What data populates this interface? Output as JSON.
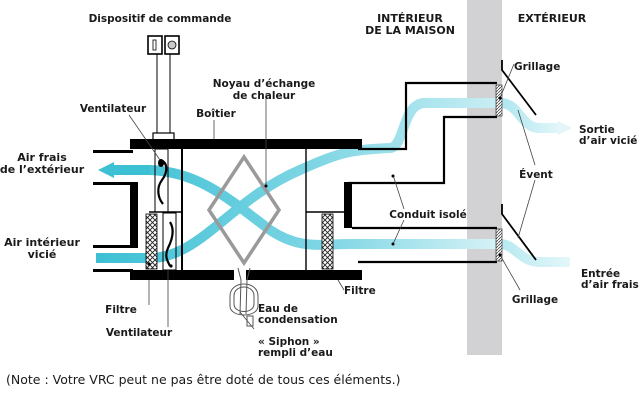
{
  "diagram": {
    "title_control": "Dispositif de commande",
    "regions": {
      "interior_line1": "INTÉRIEUR",
      "interior_line2": "DE LA MAISON",
      "exterior": "EXTÉRIEUR"
    },
    "labels": {
      "fan_top": "Ventilateur",
      "housing": "Boîtier",
      "core_line1": "Noyau d’échange",
      "core_line2": "de chaleur",
      "fresh_air_line1": "Air frais",
      "fresh_air_line2": "de l’extérieur",
      "stale_air_line1": "Air intérieur",
      "stale_air_line2": "vicié",
      "filter_left": "Filtre",
      "fan_bottom": "Ventilateur",
      "condensate_line1": "Eau de",
      "condensate_line2": "condensation",
      "siphon_line1": "« Siphon »",
      "siphon_line2": "rempli d’eau",
      "filter_right": "Filtre",
      "insulated_duct": "Conduit isolé",
      "grille_top": "Grillage",
      "grille_bottom": "Grillage",
      "vent": "Évent",
      "exhaust_line1": "Sortie",
      "exhaust_line2": "d’air vicié",
      "intake_line1": "Entrée",
      "intake_line2": "d’air frais"
    },
    "colors": {
      "airflow": "#3cc0d4",
      "airflow_light": "#c8eef4",
      "wall": "#d2d2d4",
      "core": "#9a9a9a",
      "structure": "#000000"
    }
  },
  "footnote": "(Note : Votre VRC peut ne pas être doté de tous ces éléments.)"
}
